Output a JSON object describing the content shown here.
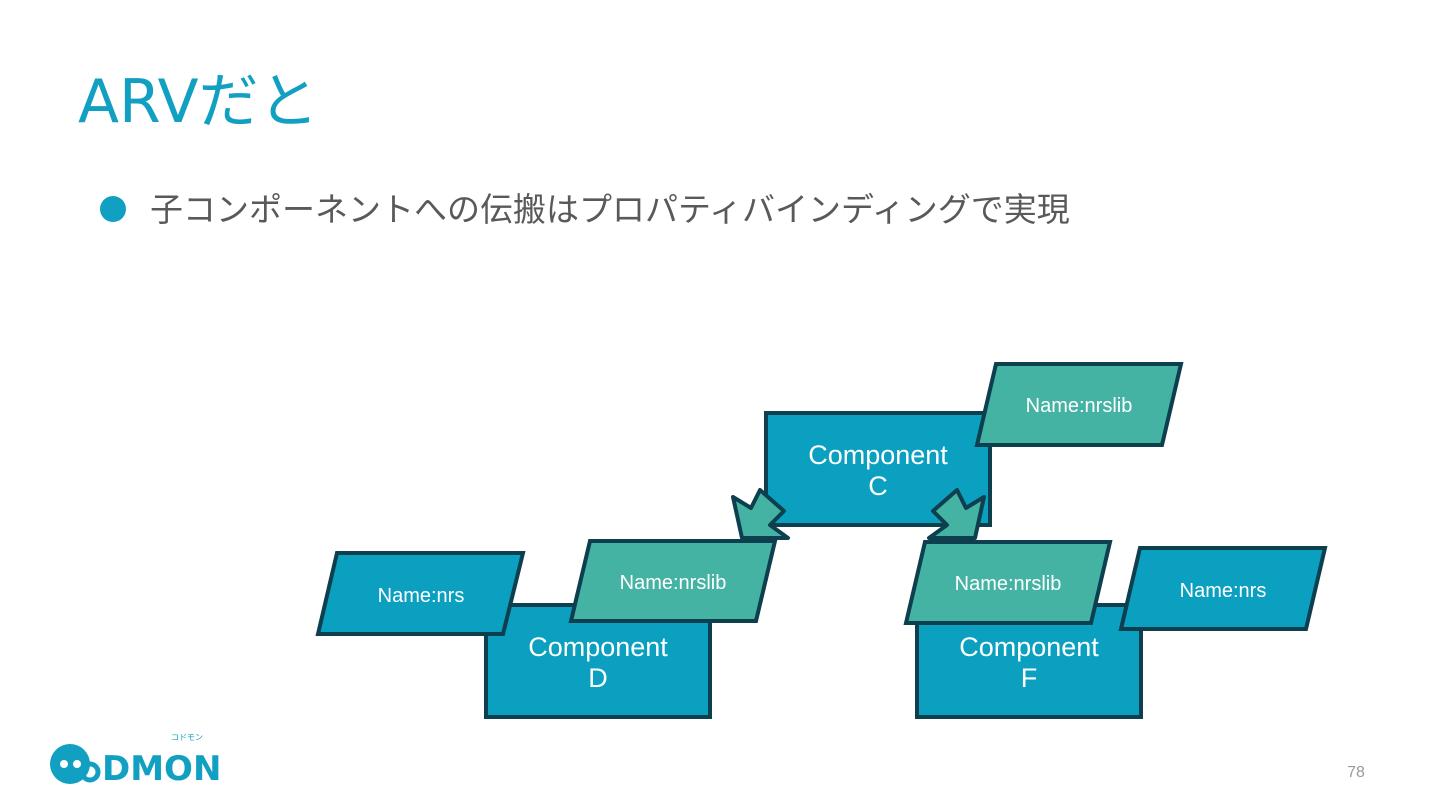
{
  "slide": {
    "title": "ARVだと",
    "bullet": "子コンポーネントへの伝搬はプロパティバインディングで実現",
    "page_number": "78"
  },
  "diagram": {
    "components": {
      "c": {
        "line1": "Component",
        "line2": "C"
      },
      "d": {
        "line1": "Component",
        "line2": "D"
      },
      "f": {
        "line1": "Component",
        "line2": "F"
      }
    },
    "tags": {
      "c_nrslib": "Name:nrslib",
      "d_nrs": "Name:nrs",
      "d_nrslib": "Name:nrslib",
      "f_nrslib": "Name:nrslib",
      "f_nrs": "Name:nrs"
    }
  },
  "logo": {
    "wordmark": "DMON",
    "tagline": "コドモン"
  },
  "colors": {
    "accent": "#12a0c2",
    "component_fill": "#0ba0c0",
    "tag_teal": "#45b3a4",
    "stroke": "#0d3f4f",
    "text_gray": "#595959"
  }
}
